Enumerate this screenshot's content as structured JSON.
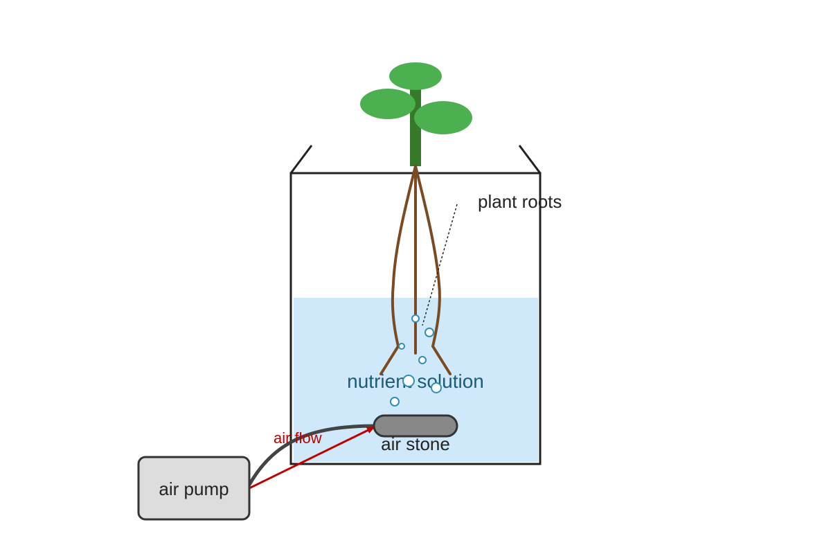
{
  "labels": {
    "plant_roots": "plant roots",
    "nutrient_solution": "nutrient solution",
    "air_stone": "air stone",
    "air_flow": "air flow",
    "air_pump": "air pump"
  },
  "colors": {
    "leaf": "#4caf50",
    "stem": "#357a28",
    "root": "#7a4a22",
    "solution": "#cfe9fb",
    "solution_text": "#1c5a78",
    "bubble": "#2f8fb3",
    "stone": "#888888",
    "pump_fill": "#dddddd",
    "tube": "#444444",
    "air_flow": "#c00000",
    "outline": "#222222"
  },
  "icons": {
    "plant": "plant-icon",
    "bubble": "bubble-icon"
  }
}
